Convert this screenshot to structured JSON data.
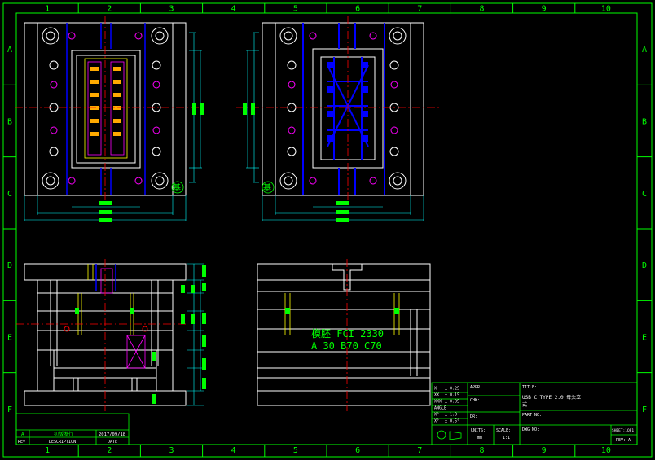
{
  "colors": {
    "background": "#000000",
    "frame": "#00ff00",
    "outline": "#ffffff",
    "center_line": "#ff0000",
    "dimension": "#00ffff",
    "cavity": "#0000ff",
    "annotation": "#00ff00",
    "accent": "#ff00ff",
    "label_yellow": "#ffff00"
  },
  "grid": {
    "columns": [
      "1",
      "2",
      "3",
      "4",
      "5",
      "6",
      "7",
      "8",
      "9",
      "10"
    ],
    "rows": [
      "A",
      "B",
      "C",
      "D",
      "E",
      "F"
    ]
  },
  "drawing": {
    "view_label_left": "基",
    "view_label_right": "基",
    "material_note_line1": "模胚 FCI 2330",
    "material_note_line2": "A 30  B70  C70"
  },
  "revision_block": {
    "rev_letter": "A",
    "rev_desc": "初版发行",
    "rev_date": "2017/09/18",
    "headers": {
      "rev": "REV",
      "description": "DESCRIPTION",
      "date": "DATE"
    }
  },
  "title_block": {
    "tolerances": [
      {
        "label": "X",
        "value": "± 0.25"
      },
      {
        "label": "XX",
        "value": "± 0.15"
      },
      {
        "label": "XXX",
        "value": "± 0.05"
      },
      {
        "label": "ANGLE",
        "value": ""
      },
      {
        "label": "X°",
        "value": "± 1.0"
      },
      {
        "label": "X°",
        "value": "± 0.5°"
      }
    ],
    "appr_label": "APPR:",
    "check_label": "CHK:",
    "dr_label": "DR:",
    "title_label": "TITLE:",
    "title_value": "USB C TYPE 2.0 母头立",
    "title_value2": "式",
    "part_no_label": "PART NO:",
    "units_label": "UNITS:",
    "units_value": "mm",
    "scale_label": "SCALE:",
    "scale_value": "1:1",
    "dwg_no_label": "DWG NO:",
    "sheet_label": "SHEET:1OF1",
    "rev_label": "REV: A"
  }
}
